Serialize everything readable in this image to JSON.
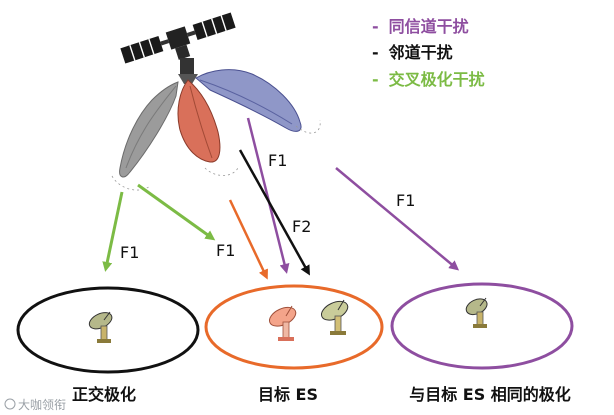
{
  "legend": {
    "items": [
      {
        "dash": "-",
        "text": "同信道干扰",
        "color": "#8e4ea0"
      },
      {
        "dash": "-",
        "text": "邻道干扰",
        "color": "#111111"
      },
      {
        "dash": "-",
        "text": "交叉极化干扰",
        "color": "#7cbb45"
      }
    ]
  },
  "arrow_labels": {
    "f1_green_left": "F1",
    "f1_orange": "F1",
    "f1_purple_short": "F1",
    "f2_black": "F2",
    "f1_purple_long": "F1"
  },
  "stations": {
    "left_caption": "正交极化",
    "center_caption": "目标 ES",
    "right_caption": "与目标 ES 相同的极化"
  },
  "colors": {
    "green": "#7cbb45",
    "orange": "#e86a2a",
    "purple": "#8e4ea0",
    "black": "#111111",
    "beam_gray": "#9b9b9b",
    "beam_red": "#d9705a",
    "beam_blue": "#8f97c8"
  },
  "watermark": "大咖领衔"
}
